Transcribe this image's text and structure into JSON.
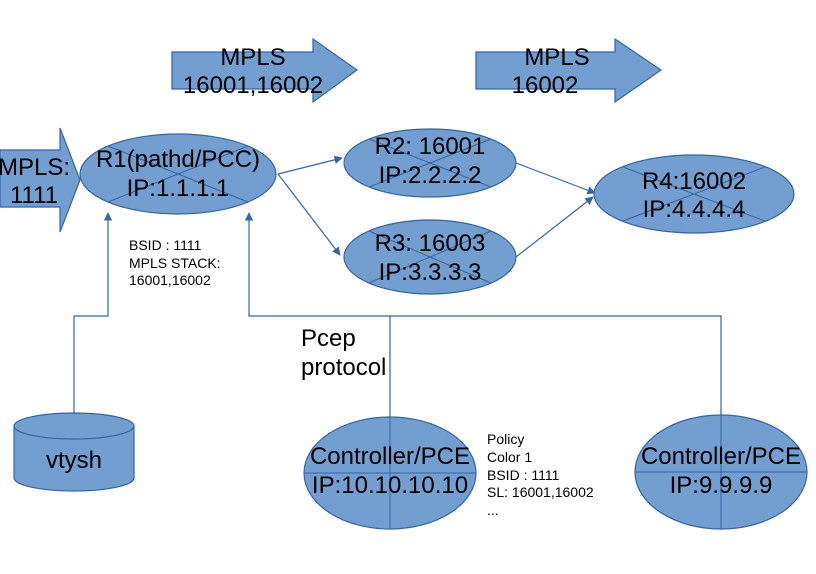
{
  "arrows": {
    "ingress": {
      "line1": "MPLS:",
      "line2": "1111"
    },
    "first": {
      "line1": "MPLS",
      "line2": "16001,16002"
    },
    "second": {
      "line1": "MPLS",
      "line2": "16002"
    }
  },
  "nodes": {
    "r1": {
      "line1": "R1(pathd/PCC)",
      "line2": "IP:1.1.1.1"
    },
    "r2": {
      "line1": "R2: 16001",
      "line2": "IP:2.2.2.2"
    },
    "r3": {
      "line1": "R3: 16003",
      "line2": "IP:3.3.3.3"
    },
    "r4": {
      "line1": "R4:16002",
      "line2": "IP:4.4.4.4"
    },
    "controller1": {
      "line1": "Controller/PCE",
      "line2": "IP:10.10.10.10"
    },
    "controller2": {
      "line1": "Controller/PCE",
      "line2": "IP:9.9.9.9"
    },
    "vtysh": {
      "label": "vtysh"
    }
  },
  "annotations": {
    "binding": {
      "line1": "BSID : 1111",
      "line2": "MPLS STACK:",
      "line3": "16001,16002"
    },
    "pcep": {
      "line1": "Pcep",
      "line2": "protocol"
    },
    "policy": {
      "line1": "Policy",
      "line2": "Color 1",
      "line3": "BSID : 1111",
      "line4": "SL: 16001,16002",
      "line5": "..."
    }
  },
  "colors": {
    "fill": "#729fcf",
    "stroke": "#3465a4"
  }
}
